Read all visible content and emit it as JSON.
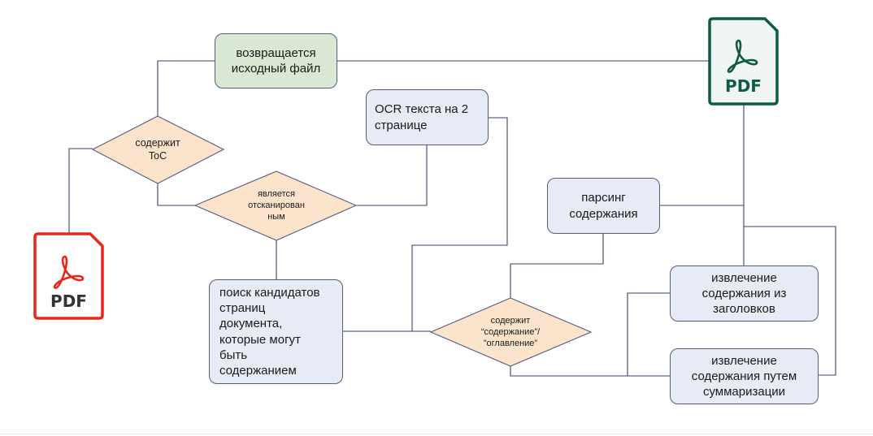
{
  "nodes": {
    "returns_original": "возвращается\nисходный файл",
    "contains_toc": "содержит\nToC",
    "is_scanned": "является\nотсканирован\nным",
    "ocr_page2": "OCR текста на 2\nстранице",
    "search_candidates": "поиск кандидатов\nстраниц\nдокумента,\nкоторые могут\nбыть\nсодержанием",
    "parse_toc": "парсинг\nсодержания",
    "contains_content_word": "содержит\n“содержание”/\n”оглавление”",
    "extract_headings": "извлечение\nсодержания из\nзаголовков",
    "extract_summarization": "извлечение\nсодержания путем\nсуммаризации"
  },
  "icons": {
    "input_pdf": {
      "label": "PDF",
      "color": "#e8271b",
      "icon": "pdf-file-icon"
    },
    "output_pdf": {
      "label": "PDF",
      "color": "#0f5a47",
      "icon": "pdf-file-icon"
    }
  },
  "colors": {
    "decision_fill": "#fce4cc",
    "start_end_fill": "#d8e8d2",
    "process_fill": "#e6ebf5",
    "connector": "#3e3e6e"
  }
}
